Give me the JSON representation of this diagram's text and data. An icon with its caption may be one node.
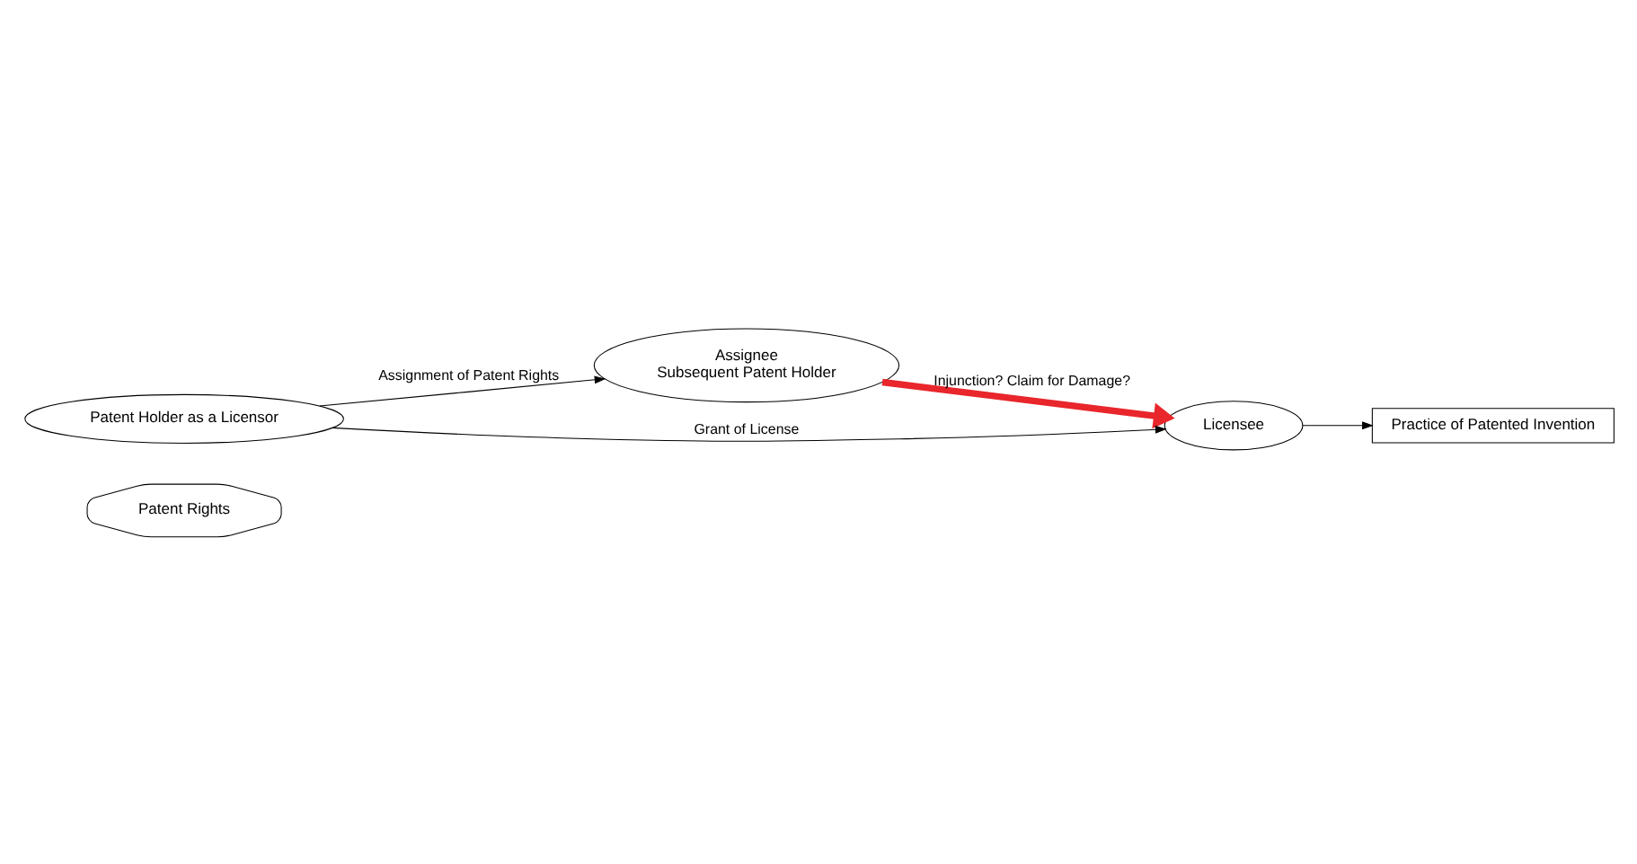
{
  "diagram": {
    "nodes": [
      {
        "text": [
          "Patent Rights"
        ]
      },
      {
        "text": [
          "Assignee",
          "Subsequent Patent Holder"
        ]
      },
      {
        "text": [
          "Patent Holder as a Licensor"
        ]
      },
      {
        "text": [
          "Licensee"
        ]
      },
      {
        "text": [
          "Practice of Patented Invention"
        ]
      }
    ],
    "edges": [
      {
        "from": 2,
        "to": 1,
        "arrow": "to",
        "label": "Assignment of Patent Rights"
      },
      {
        "from": 2,
        "to": 3,
        "arrow": "to",
        "label": "Grant of License"
      },
      {
        "from": 1,
        "to": 3,
        "arrow": "to",
        "label": "Injunction? Claim for Damage?",
        "style": "thick",
        "color": "#e8262b"
      },
      {
        "from": 3,
        "to": 4,
        "arrow": "to"
      }
    ]
  }
}
